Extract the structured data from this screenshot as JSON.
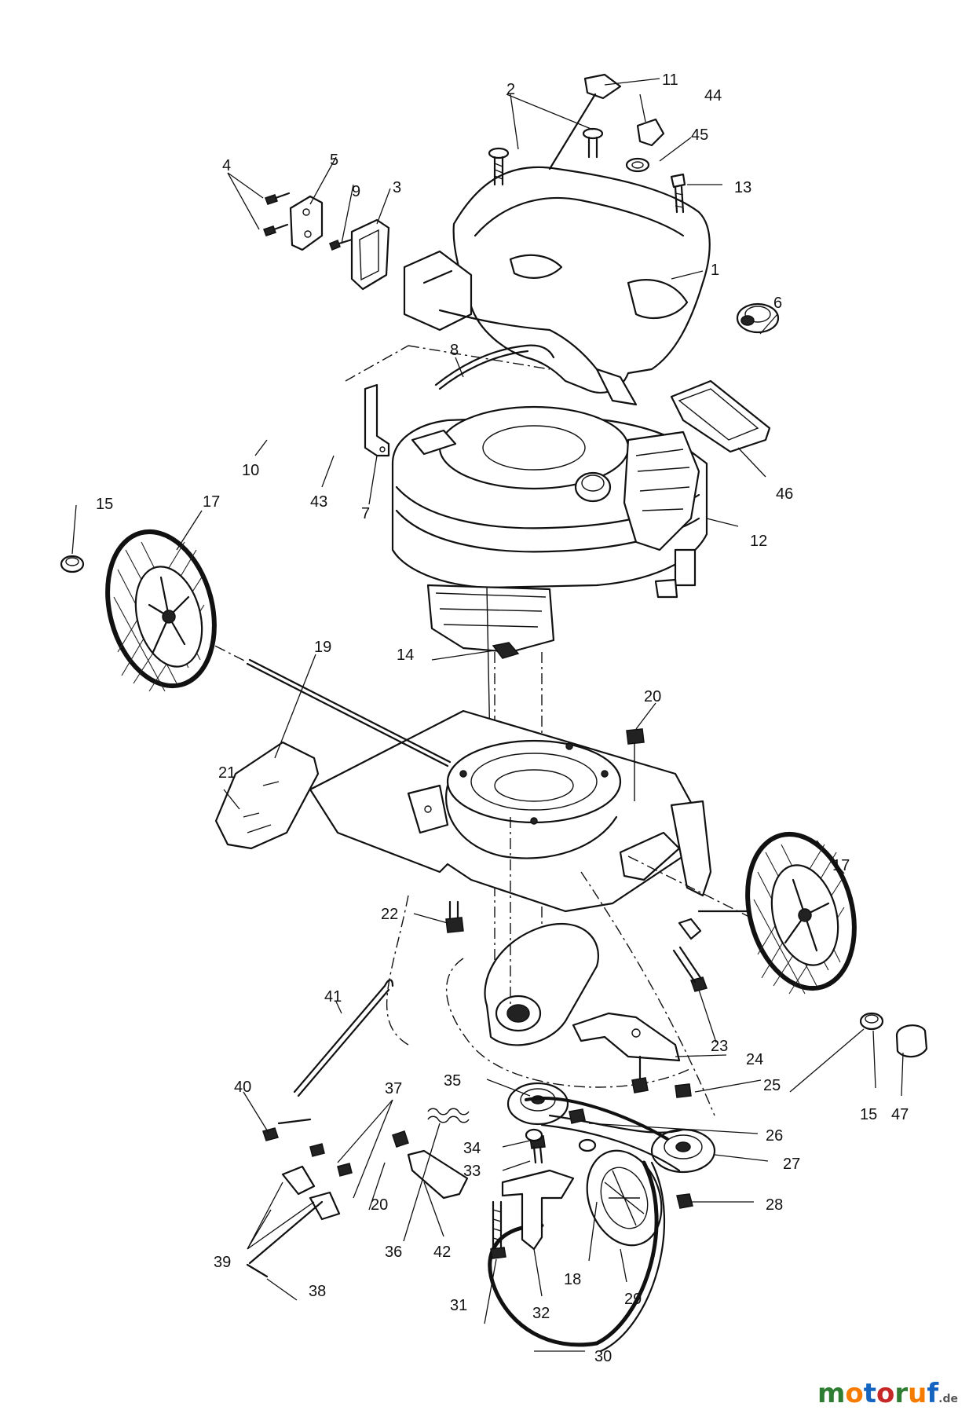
{
  "diagram": {
    "part_numbers": [
      "1",
      "2",
      "3",
      "4",
      "5",
      "6",
      "7",
      "8",
      "9",
      "10",
      "11",
      "12",
      "13",
      "14",
      "15",
      "15",
      "17",
      "17",
      "18",
      "19",
      "20",
      "20",
      "21",
      "22",
      "23",
      "24",
      "25",
      "26",
      "27",
      "28",
      "29",
      "30",
      "31",
      "32",
      "33",
      "34",
      "35",
      "36",
      "37",
      "38",
      "39",
      "40",
      "41",
      "42",
      "43",
      "44",
      "45",
      "46",
      "47"
    ]
  },
  "watermark": {
    "text": "motoruf",
    "suffix": ".de",
    "colors": [
      "#2e7d32",
      "#f57c00",
      "#1565c0",
      "#c62828"
    ]
  }
}
